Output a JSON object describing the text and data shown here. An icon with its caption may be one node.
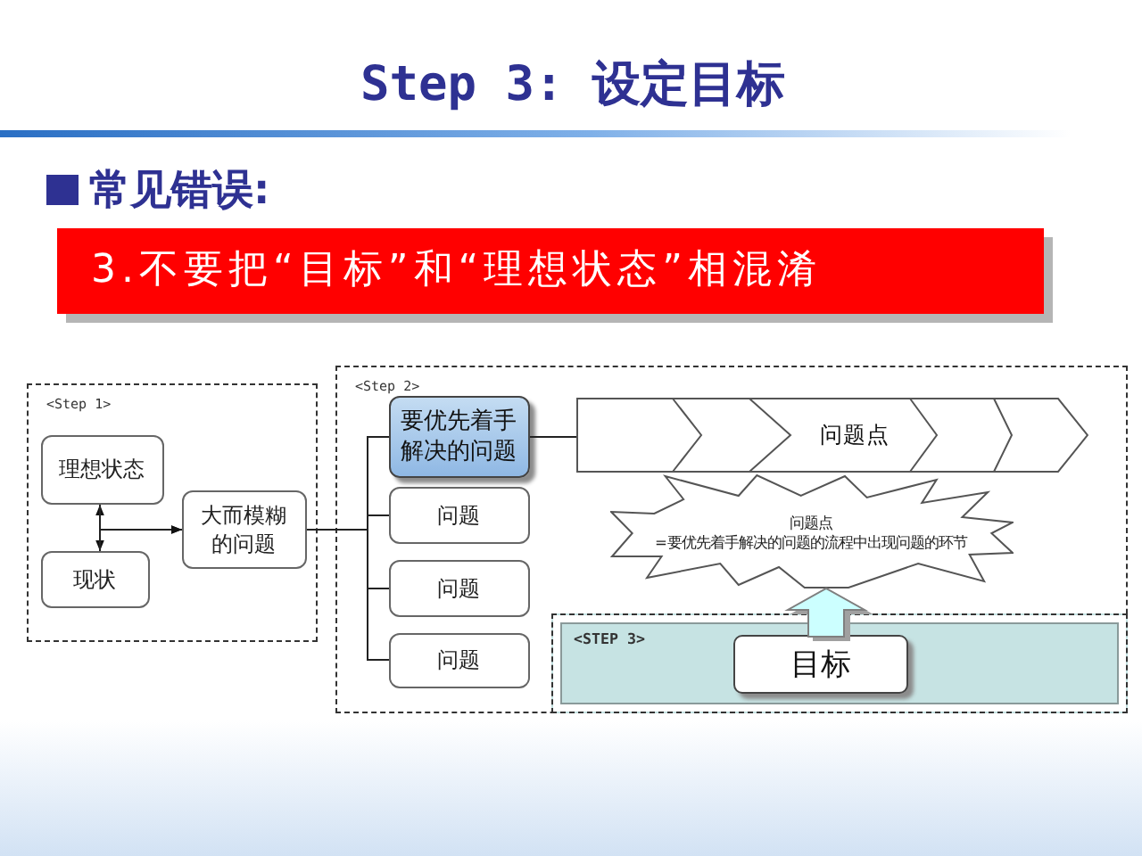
{
  "diagram": {
    "title": "Step 3: 设定目标",
    "nodes": [
      {
        "text": [
          "3.不要把“目标”和“理想状态”相混淆"
        ]
      },
      {
        "text": [
          "<Step 1>"
        ]
      },
      {
        "text": [
          "理想状态"
        ],
        "in": 1
      },
      {
        "text": [
          "现状"
        ],
        "in": 1
      },
      {
        "text": [
          "大而模糊的问题"
        ],
        "in": 1
      },
      {
        "text": [
          "<Step 2>"
        ]
      },
      {
        "text": [
          "要优先着手解决的问题"
        ],
        "in": 5
      },
      {
        "text": [
          "问题"
        ],
        "in": 5
      },
      {
        "text": [
          "问题"
        ],
        "in": 5
      },
      {
        "text": [
          "问题"
        ],
        "in": 5
      },
      {
        "text": [
          "问题点"
        ],
        "in": 5
      },
      {
        "text": [
          "问题点",
          "=要优先着手解决的问题的流程中出现问题的环节"
        ],
        "in": 5
      },
      {
        "text": [
          "<STEP 3>"
        ],
        "in": 5
      },
      {
        "text": [
          "目标"
        ],
        "in": 12
      }
    ],
    "edges": [
      {
        "from": 2,
        "to": 3,
        "arrow": "both"
      },
      {
        "from": 2,
        "to": 4,
        "arrow": "to"
      },
      {
        "from": 3,
        "to": 4,
        "arrow": "to"
      },
      {
        "from": 4,
        "to": 6,
        "arrow": "none"
      },
      {
        "from": 4,
        "to": 7,
        "arrow": "none"
      },
      {
        "from": 4,
        "to": 8,
        "arrow": "none"
      },
      {
        "from": 4,
        "to": 9,
        "arrow": "none"
      },
      {
        "from": 6,
        "to": 10,
        "arrow": "none"
      },
      {
        "from": 13,
        "to": 11,
        "arrow": "to",
        "style": "thick",
        "color": "#ccffff"
      }
    ],
    "labels": [
      "常见错误:"
    ]
  }
}
